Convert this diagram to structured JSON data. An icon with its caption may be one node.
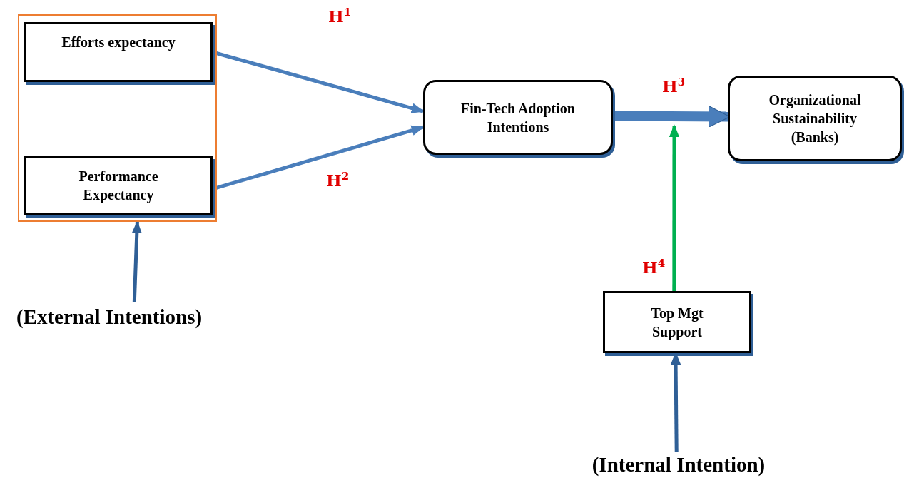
{
  "diagram": {
    "nodes": [
      {
        "text": [],
        "shape": "box"
      },
      {
        "text": [
          "Efforts expectancy"
        ],
        "in": 0
      },
      {
        "text": [
          "Performance Expectancy"
        ],
        "in": 0
      },
      {
        "text": [
          "Fin-Tech Adoption Intentions"
        ]
      },
      {
        "text": [
          "Organizational Sustainability (Banks)"
        ]
      },
      {
        "text": [
          "Top Mgt Support"
        ]
      },
      {
        "text": [
          "(External Intentions)"
        ]
      },
      {
        "text": [
          "(Internal Intention)"
        ]
      }
    ],
    "edges": [
      {
        "from": 1,
        "to": 3,
        "arrow": "to",
        "label": "H$^{1}$"
      },
      {
        "from": 2,
        "to": 3,
        "arrow": "to",
        "label": "H$^{2}$"
      },
      {
        "from": 3,
        "to": 4,
        "arrow": "to",
        "label": "H$^{3}$",
        "style": "thick"
      },
      {
        "from": 5,
        "to": null,
        "arrow": "to",
        "label": "H$^{4}$",
        "color": "#00b050"
      },
      {
        "from": 6,
        "to": 0,
        "arrow": "to",
        "color": "#2f5f96"
      },
      {
        "from": 7,
        "to": 5,
        "arrow": "to",
        "color": "#2f5f96"
      }
    ]
  }
}
